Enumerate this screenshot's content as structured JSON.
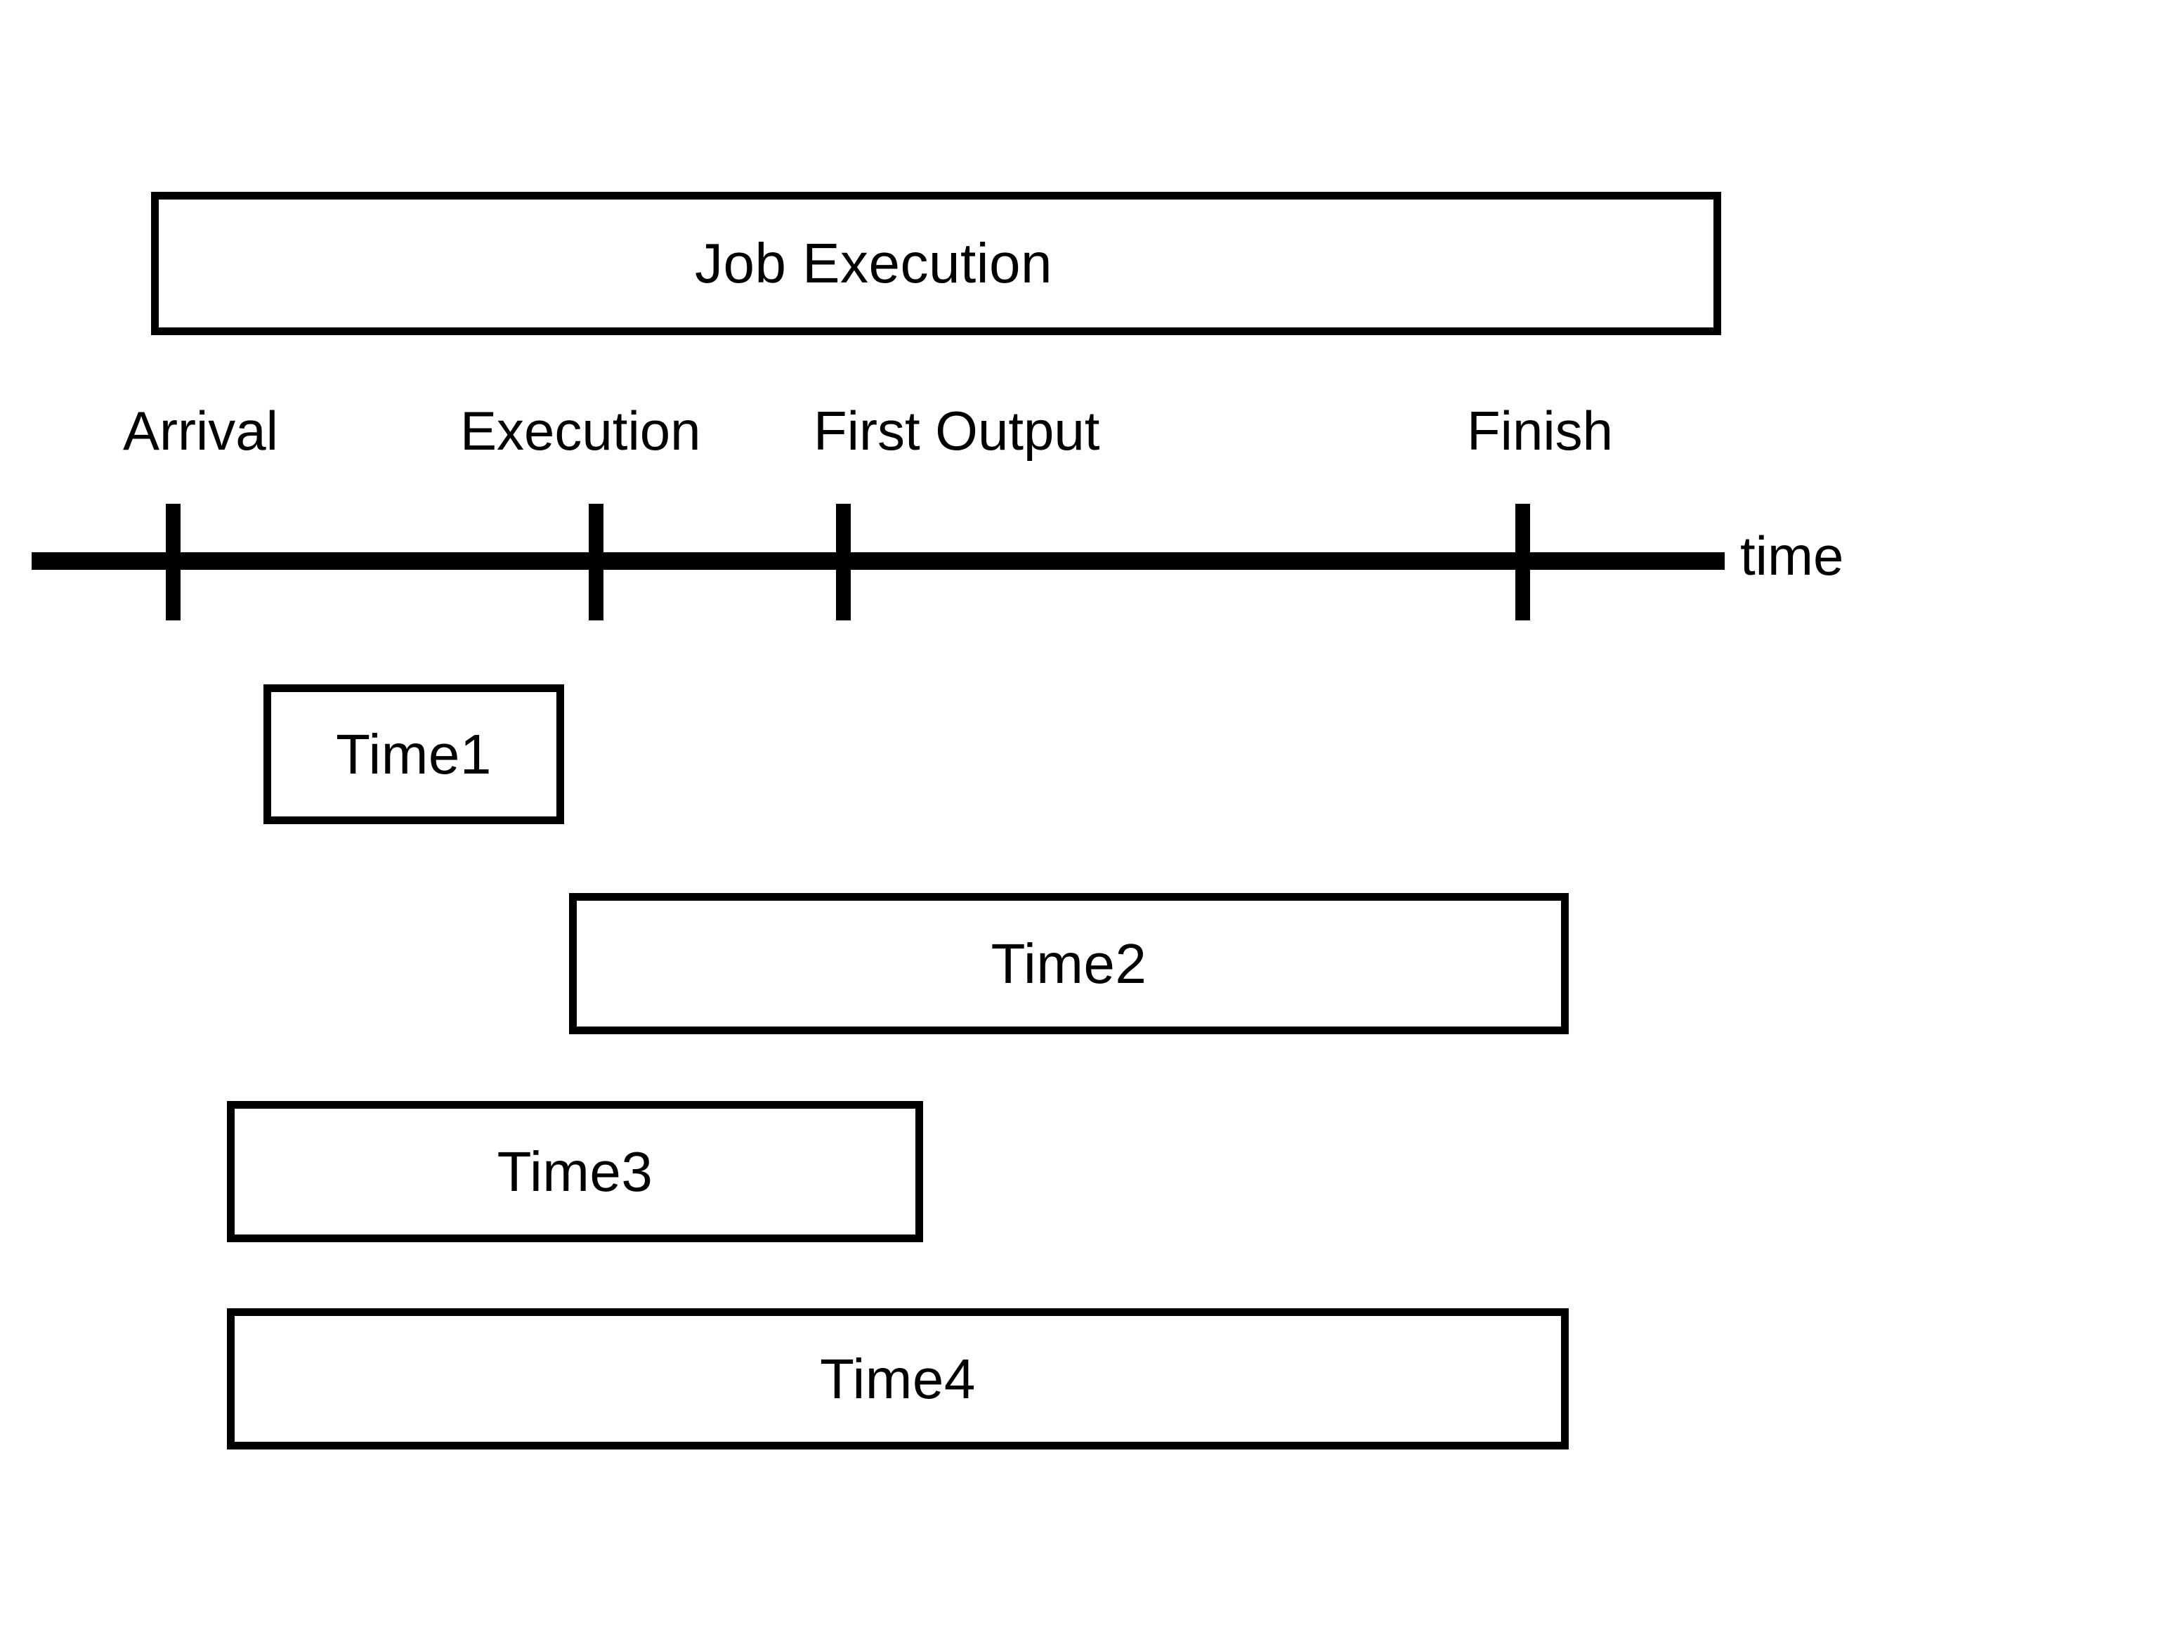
{
  "diagram": {
    "title_box": {
      "label": "Job Execution"
    },
    "events": [
      {
        "key": "arrival",
        "label": "Arrival"
      },
      {
        "key": "execution",
        "label": "Execution"
      },
      {
        "key": "first_output",
        "label": "First Output"
      },
      {
        "key": "finish",
        "label": "Finish"
      }
    ],
    "axis": {
      "title": "time"
    },
    "intervals": [
      {
        "key": "time1",
        "label": "Time1"
      },
      {
        "key": "time2",
        "label": "Time2"
      },
      {
        "key": "time3",
        "label": "Time3"
      },
      {
        "key": "time4",
        "label": "Time4"
      }
    ],
    "colors": {
      "stroke": "#000000",
      "fill": "#ffffff",
      "text": "#000000"
    }
  }
}
